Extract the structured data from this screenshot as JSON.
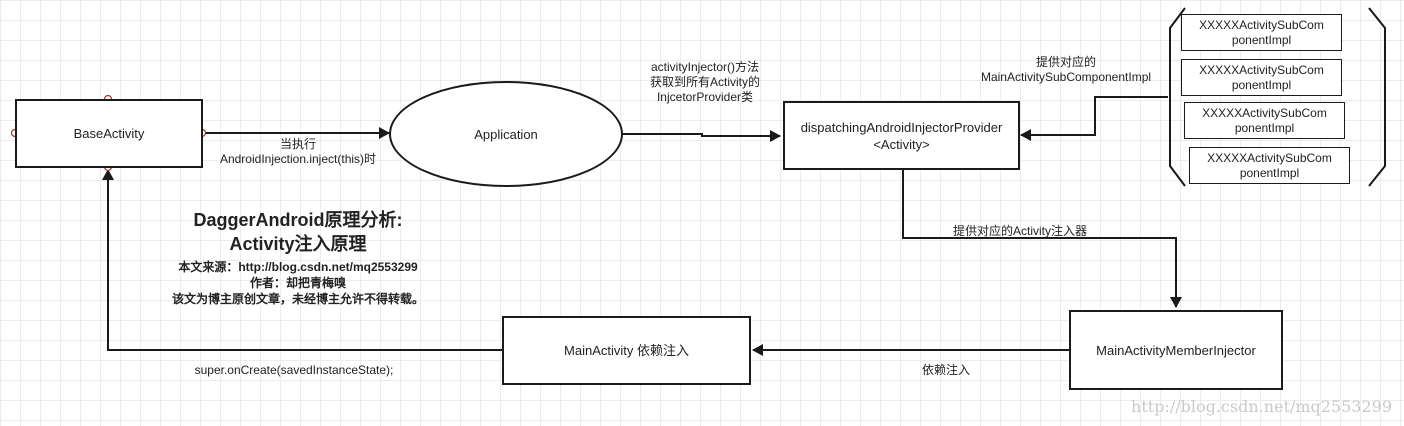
{
  "nodes": {
    "base_activity": "BaseActivity",
    "application": "Application",
    "provider_line1": "dispatchingAndroidInjectorProvider",
    "provider_line2": "<Activity>",
    "member_injector": "MainActivityMemberInjector",
    "main_activity": "MainActivity 依赖注入",
    "subcomponents": [
      {
        "line1": "XXXXXActivitySubCom",
        "line2": "ponentImpl"
      },
      {
        "line1": "XXXXXActivitySubCom",
        "line2": "ponentImpl"
      },
      {
        "line1": "XXXXXActivitySubCom",
        "line2": "ponentImpl"
      },
      {
        "line1": "XXXXXActivitySubCom",
        "line2": "ponentImpl"
      }
    ]
  },
  "edges": {
    "base_to_app_line1": "当执行",
    "base_to_app_line2": "AndroidInjection.inject(this)时",
    "app_to_provider_line1": "activityInjector()方法",
    "app_to_provider_line2": "获取到所有Activity的",
    "app_to_provider_line3": "InjcetorProvider类",
    "sub_to_provider_line1": "提供对应的",
    "sub_to_provider_line2": "MainActivitySubComponentImpl",
    "provider_to_member": "提供对应的Activity注入器",
    "member_to_main": "依赖注入",
    "main_to_base": "super.onCreate(savedInstanceState);"
  },
  "title": {
    "line1": "DaggerAndroid原理分析:",
    "line2": "Activity注入原理"
  },
  "notes": {
    "source": "本文来源：http://blog.csdn.net/mq2553299",
    "author": "作者：却把青梅嗅",
    "copyright": "该文为博主原创文章，未经博主允许不得转载。"
  },
  "watermark": "http://blog.csdn.net/mq2553299"
}
